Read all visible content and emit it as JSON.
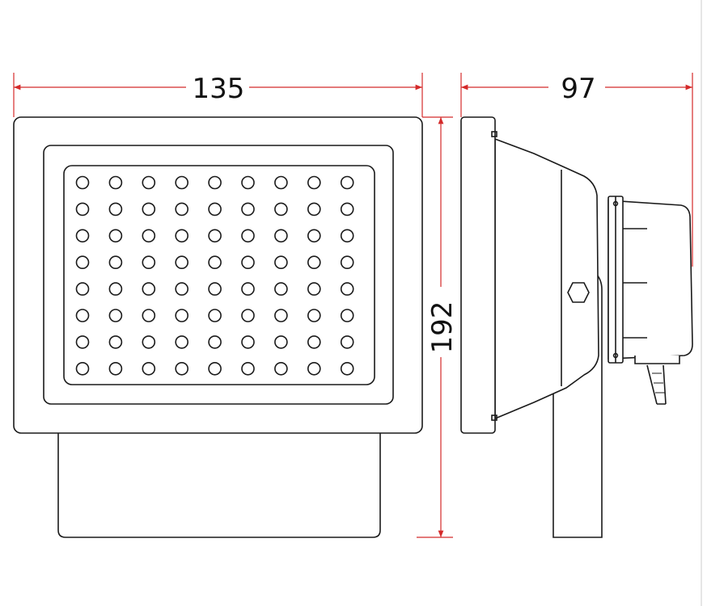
{
  "dimensions": {
    "width": "135",
    "depth": "97",
    "height": "192"
  },
  "colors": {
    "outline": "#1a1a1a",
    "dimension_line": "#d42a2a",
    "background": "#ffffff"
  },
  "led_grid": {
    "rows": 8,
    "cols": 9
  }
}
